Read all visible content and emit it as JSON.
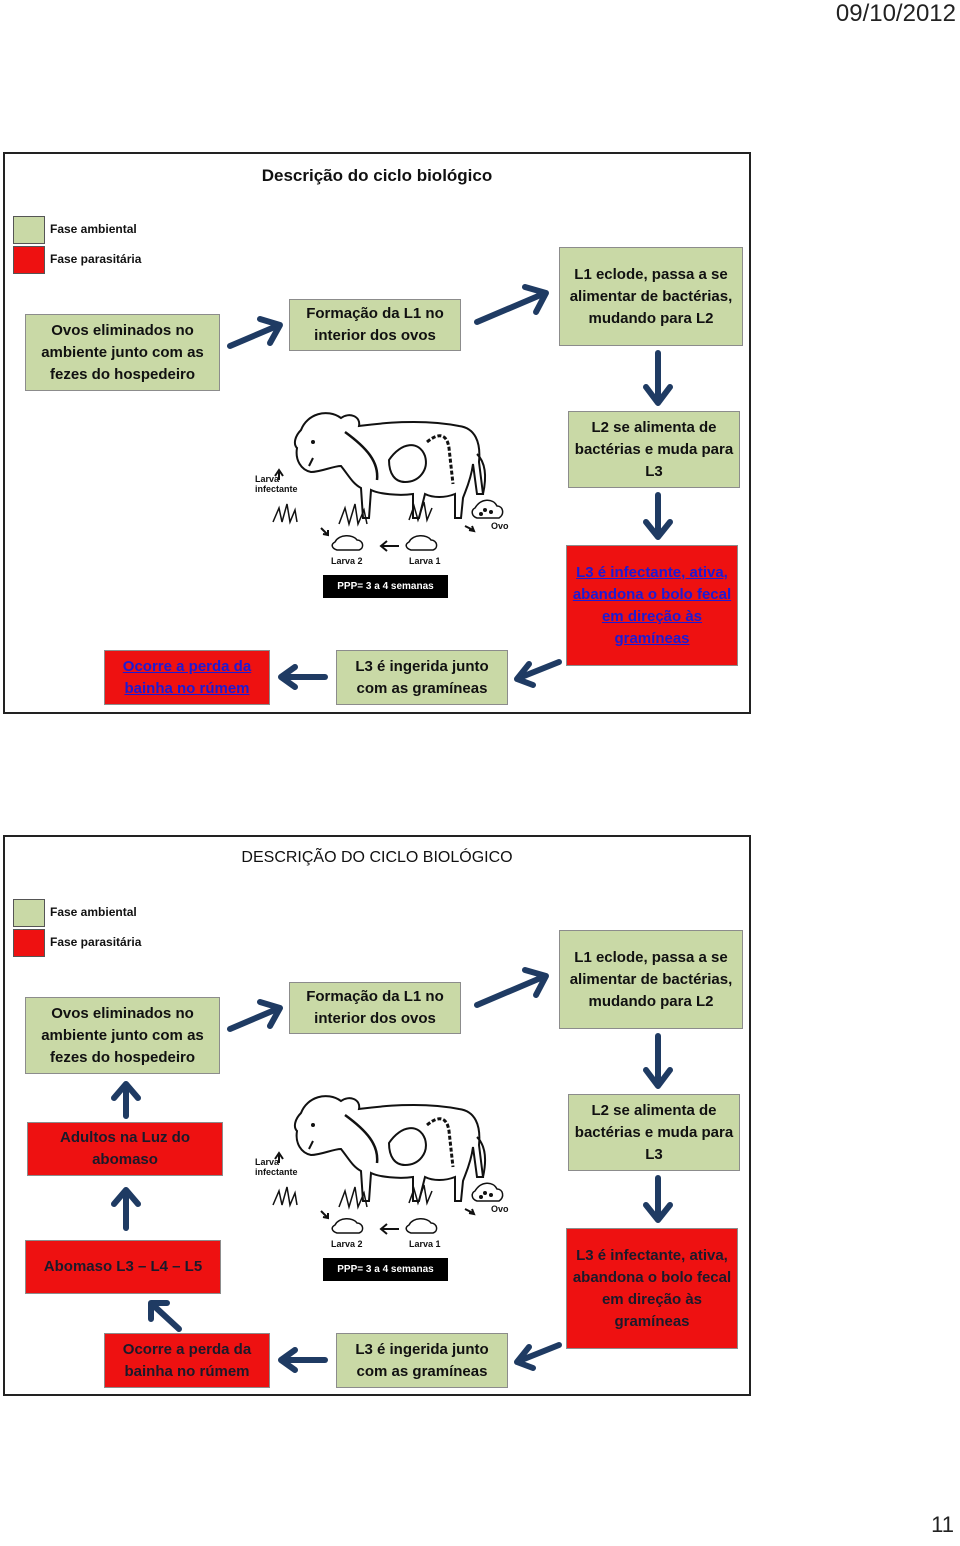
{
  "header": {
    "date": "09/10/2012"
  },
  "footer": {
    "page_number": "11"
  },
  "colors": {
    "ambiental": "#c9d9a6",
    "parasitaria": "#ee1111",
    "arrow": "#1f3b63"
  },
  "slide1": {
    "title": "Descrição do ciclo biológico",
    "legend": {
      "ambiental": "Fase ambiental",
      "parasitaria": "Fase parasitária"
    },
    "boxes": {
      "ovos": "Ovos eliminados no ambiente junto com as fezes do hospedeiro",
      "formacao": "Formação da L1 no interior dos ovos",
      "l1": "L1 eclode, passa a se alimentar de bactérias, mudando para L2",
      "l2": "L2 se alimenta de bactérias e muda para L3",
      "l3": "L3 é infectante, ativa, abandona o bolo fecal em direção às gramíneas",
      "ingerida": "L3 é ingerida junto com as gramíneas",
      "perda": "Ocorre a perda da bainha no rúmem"
    },
    "ppp": "PPP= 3 a 4 semanas",
    "illustration": {
      "larva_infectante": [
        "Larva",
        "infectante"
      ],
      "larva2": "Larva 2",
      "larva1": "Larva 1",
      "ovo": "Ovo"
    }
  },
  "slide2": {
    "title": "DESCRIÇÃO DO CICLO BIOLÓGICO",
    "legend": {
      "ambiental": "Fase ambiental",
      "parasitaria": "Fase parasitária"
    },
    "boxes": {
      "ovos": "Ovos eliminados no ambiente junto com as fezes do hospedeiro",
      "formacao": "Formação da L1 no interior dos ovos",
      "l1": "L1 eclode, passa a se alimentar de bactérias, mudando para L2",
      "l2": "L2 se alimenta de bactérias e muda para L3",
      "l3": "L3 é infectante, ativa, abandona o bolo fecal em direção às gramíneas",
      "ingerida": "L3 é ingerida junto com as gramíneas",
      "perda": "Ocorre a perda da bainha no rúmem",
      "adultos": "Adultos na Luz do abomaso",
      "abomaso": "Abomaso L3 – L4 – L5"
    },
    "ppp": "PPP= 3 a 4 semanas",
    "illustration": {
      "larva_infectante": [
        "Larva",
        "infectante"
      ],
      "larva2": "Larva 2",
      "larva1": "Larva 1",
      "ovo": "Ovo"
    }
  }
}
